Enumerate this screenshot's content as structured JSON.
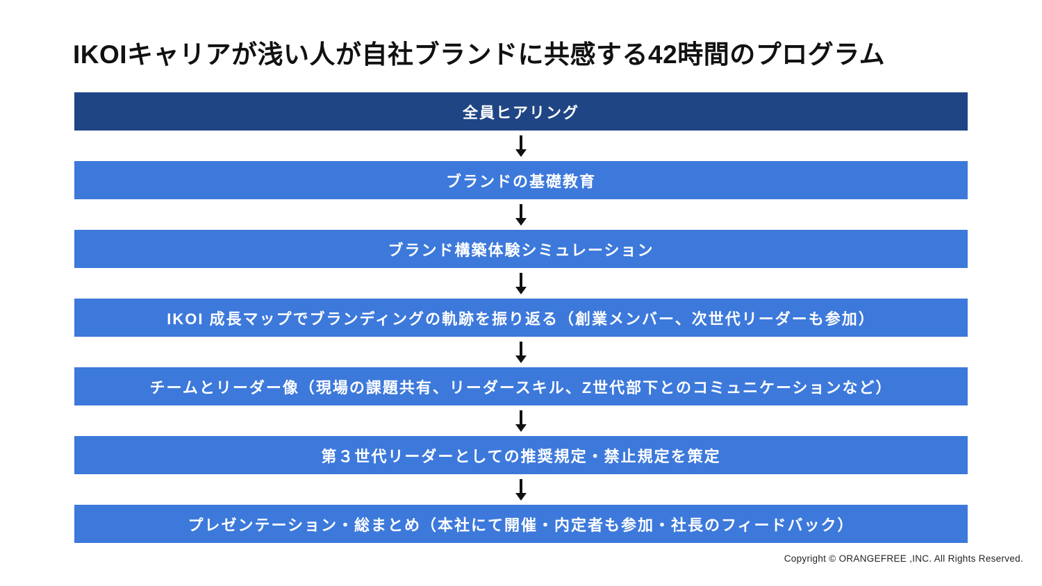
{
  "page": {
    "title": "IKOIキャリアが浅い人が自社ブランドに共感する42時間のプログラム",
    "copyright": "Copyright © ORANGEFREE ,INC. All Rights Reserved."
  },
  "flow": {
    "steps": [
      {
        "label": "全員ヒアリング",
        "variant": "dark"
      },
      {
        "label": "ブランドの基礎教育",
        "variant": "light"
      },
      {
        "label": "ブランド構築体験シミュレーション",
        "variant": "light"
      },
      {
        "label": "IKOI 成長マップでブランディングの軌跡を振り返る（創業メンバー、次世代リーダーも参加）",
        "variant": "light"
      },
      {
        "label": "チームとリーダー像（現場の課題共有、リーダースキル、Z世代部下とのコミュニケーションなど）",
        "variant": "light"
      },
      {
        "label": "第３世代リーダーとしての推奨規定・禁止規定を策定",
        "variant": "light"
      },
      {
        "label": "プレゼンテーション・総まとめ（本社にて開催・内定者も参加・社長のフィードバック）",
        "variant": "light"
      }
    ],
    "colors": {
      "dark_step": "#1F4585",
      "light_step": "#3D79DB",
      "arrow": "#111111",
      "step_text": "#FFFFFF"
    }
  }
}
